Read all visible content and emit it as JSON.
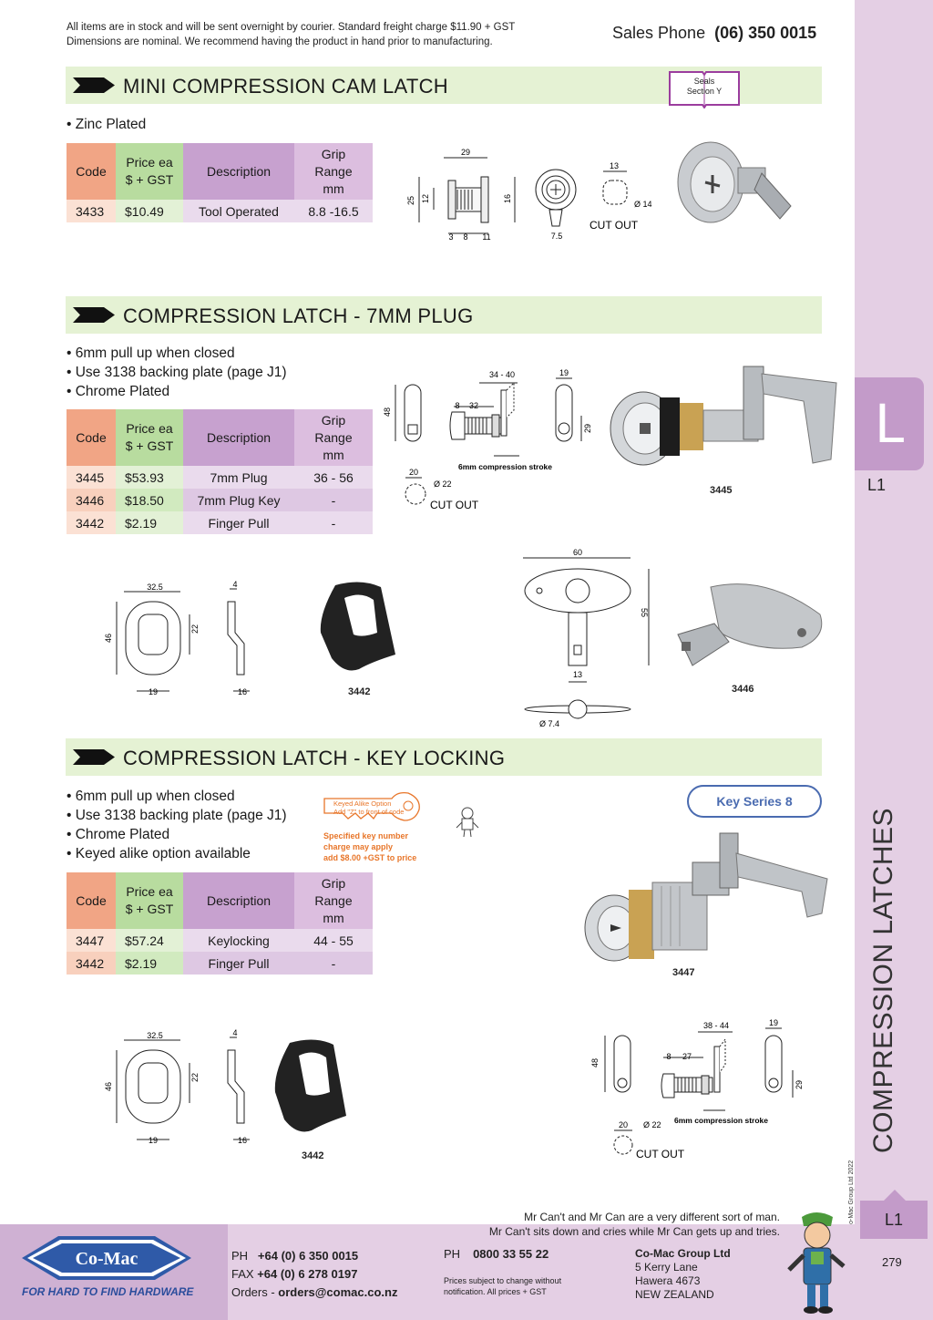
{
  "header": {
    "note_line1": "All items are in stock and will be sent overnight by courier. Standard freight charge $11.90 + GST",
    "note_line2": "Dimensions are nominal. We recommend having the product in hand prior to manufacturing.",
    "sales_label": "Sales Phone",
    "sales_phone": "(06) 350 0015"
  },
  "sidebar": {
    "tab_letter": "L",
    "tab_code": "L1",
    "vertical_title": "COMPRESSION LATCHES",
    "copyright": "© Co-Mac Group Ltd 2022",
    "bottom_code": "L1",
    "page_number": "279"
  },
  "table_headers": {
    "code": "Code",
    "price_1": "Price ea",
    "price_2": "$ + GST",
    "description": "Description",
    "grip_1": "Grip",
    "grip_2": "Range",
    "grip_3": "mm"
  },
  "sections": [
    {
      "title": "MINI COMPRESSION CAM LATCH",
      "bullets": [
        "• Zinc Plated"
      ],
      "rows": [
        {
          "code": "3433",
          "price": "$10.49",
          "description": "Tool Operated",
          "grip": "8.8 -16.5"
        }
      ],
      "badge_line1": "Seals",
      "badge_line2": "Section Y",
      "dims": {
        "d29": "29",
        "d12": "12",
        "d25": "25",
        "d16": "16",
        "d3": "3",
        "d8": "8",
        "d11": "11",
        "d75": "7.5",
        "d13": "13",
        "d14": "Ø 14"
      },
      "cutout": "CUT OUT"
    },
    {
      "title": "COMPRESSION LATCH - 7MM PLUG",
      "bullets": [
        "• 6mm pull up when closed",
        "• Use 3138 backing plate (page J1)",
        "• Chrome Plated"
      ],
      "rows": [
        {
          "code": "3445",
          "price": "$53.93",
          "description": "7mm Plug",
          "grip": "36 - 56"
        },
        {
          "code": "3446",
          "price": "$18.50",
          "description": "7mm Plug Key",
          "grip": "-"
        },
        {
          "code": "3442",
          "price": "$2.19",
          "description": "Finger Pull",
          "grip": "-"
        }
      ],
      "dims": {
        "d48": "48",
        "d3440": "34 - 40",
        "d19": "19",
        "d8": "8",
        "d32": "32",
        "d29": "29",
        "d20": "20",
        "d22": "Ø 22",
        "d325": "32.5",
        "d46": "46",
        "d22b": "22",
        "d4": "4",
        "d19b": "19",
        "d16": "16",
        "d60": "60",
        "d55": "55",
        "d13": "13",
        "d74": "Ø 7.4"
      },
      "stroke": "6mm compression stroke",
      "cutout": "CUT OUT",
      "part_main": "3445",
      "part_pull": "3442",
      "part_key": "3446"
    },
    {
      "title": "COMPRESSION LATCH - KEY LOCKING",
      "bullets": [
        "• 6mm pull up when closed",
        "• Use 3138 backing plate (page J1)",
        "• Chrome Plated",
        "• Keyed alike option available"
      ],
      "rows": [
        {
          "code": "3447",
          "price": "$57.24",
          "description": "Keylocking",
          "grip": "44 - 55"
        },
        {
          "code": "3442",
          "price": "$2.19",
          "description": "Finger Pull",
          "grip": "-"
        }
      ],
      "key_series": "Key Series 8",
      "keyed_label_1": "Keyed Alike Option",
      "keyed_label_2": "Add \"Z\" to front of code",
      "keyed_note_1": "Specified key number",
      "keyed_note_2": "charge may apply",
      "keyed_note_3": "add $8.00 +GST to price",
      "dims": {
        "d48": "48",
        "d3844": "38 - 44",
        "d19": "19",
        "d8": "8",
        "d27": "27",
        "d29": "29",
        "d20": "20",
        "d22": "Ø 22",
        "d325": "32.5",
        "d46": "46",
        "d22b": "22",
        "d4": "4",
        "d19b": "19",
        "d16": "16"
      },
      "stroke": "6mm compression stroke",
      "cutout": "CUT OUT",
      "part_main": "3447",
      "part_pull": "3442"
    }
  ],
  "footer": {
    "brand": "Co-Mac",
    "slogan": "FOR HARD TO FIND HARDWARE",
    "mr_can_1": "Mr Can't and Mr Can are a very different sort of man.",
    "mr_can_2": "Mr Can't sits down and cries while Mr Can gets up and tries.",
    "ph_label": "PH",
    "ph_value": "+64 (0) 6 350 0015",
    "fax_label": "FAX",
    "fax_value": "+64 (0) 6 278 0197",
    "orders_label": "Orders -",
    "orders_value": "orders@comac.co.nz",
    "ph2_label": "PH",
    "ph2_value": "0800 33 55 22",
    "prices_note_1": "Prices subject to change without",
    "prices_note_2": "notification. All prices + GST",
    "company": "Co-Mac Group Ltd",
    "addr1": "5 Kerry Lane",
    "addr2": "Hawera 4673",
    "addr3": "NEW ZEALAND"
  }
}
